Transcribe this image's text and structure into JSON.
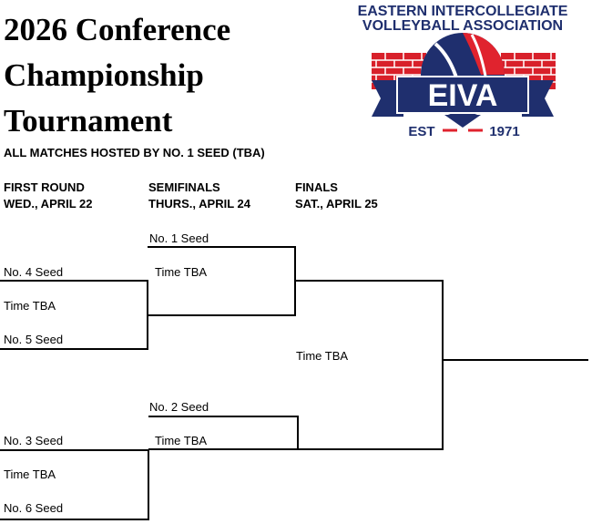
{
  "header": {
    "title_lines": [
      "2026 Conference",
      "Championship",
      "Tournament"
    ],
    "subtitle": "ALL MATCHES HOSTED BY NO. 1 SEED (TBA)"
  },
  "logo": {
    "line1": "EASTERN INTERCOLLEGIATE",
    "line2": "VOLLEYBALL ASSOCIATION",
    "banner": "EIVA",
    "est": "EST",
    "year": "1971",
    "colors": {
      "navy": "#1f2f6e",
      "red": "#e0232e",
      "brick": "#d8202a"
    }
  },
  "rounds": [
    {
      "name": "FIRST ROUND",
      "date": "WED., APRIL 22"
    },
    {
      "name": "SEMIFINALS",
      "date": "THURS., APRIL 24"
    },
    {
      "name": "FINALS",
      "date": "SAT., APRIL 25"
    }
  ],
  "bracket": {
    "first_round": [
      {
        "top": "No. 4 Seed",
        "time": "Time TBA",
        "bottom": "No. 5 Seed"
      },
      {
        "top": "No. 3 Seed",
        "time": "Time TBA",
        "bottom": "No. 6 Seed"
      }
    ],
    "semifinals": [
      {
        "seed": "No. 1 Seed",
        "time": "Time TBA"
      },
      {
        "seed": "No. 2 Seed",
        "time": "Time TBA"
      }
    ],
    "finals": {
      "time": "Time TBA"
    }
  }
}
